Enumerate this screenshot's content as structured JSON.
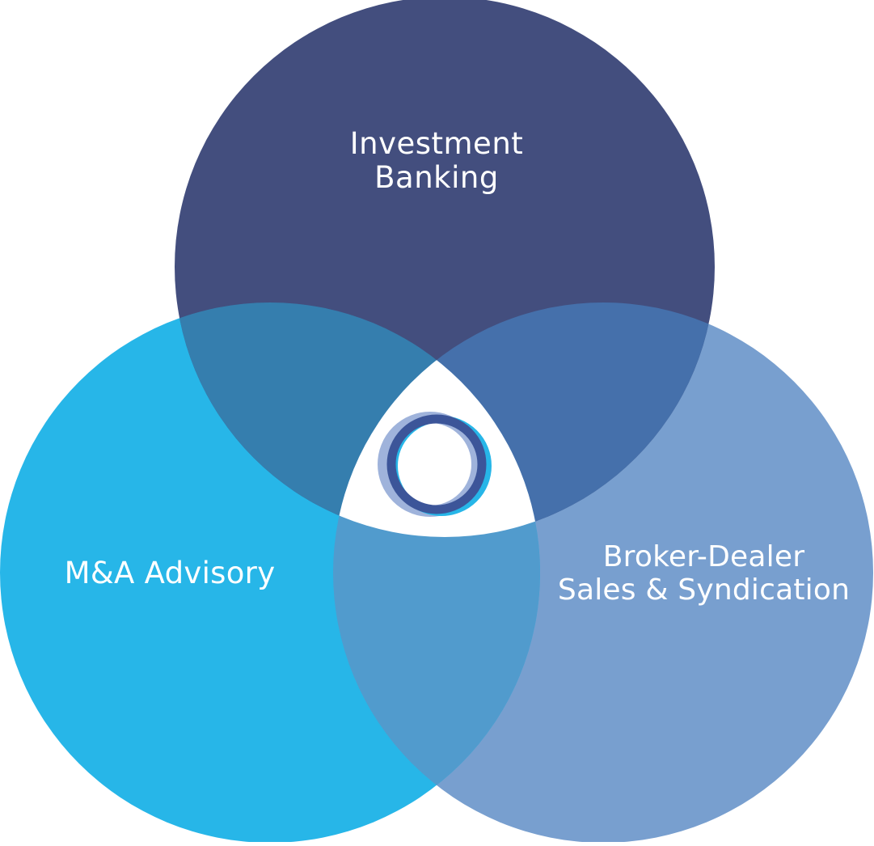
{
  "diagram": {
    "colors": {
      "top_circle": "#434e7e",
      "left_circle": "#27b6e8",
      "right_circle": "#789fcf",
      "overlap_top_left": "#357eae",
      "overlap_top_right": "#4570ab",
      "overlap_left_right": "#519bcd",
      "center_region": "#ffffff",
      "logo_ring_dark": "#3c5599",
      "logo_ring_light": "#9fb3db",
      "logo_ring_cyan": "#27b6e8"
    },
    "circles": [
      {
        "id": "top",
        "lines": [
          "Investment",
          "Banking"
        ]
      },
      {
        "id": "left",
        "lines": [
          "M&A Advisory"
        ]
      },
      {
        "id": "right",
        "lines": [
          "Broker-Dealer",
          "Sales & Syndication"
        ]
      }
    ],
    "center_icon": "logo-ring-icon"
  }
}
